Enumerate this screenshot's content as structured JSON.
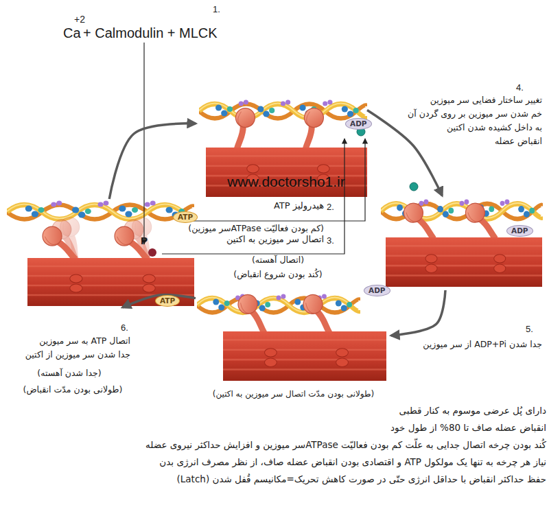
{
  "diagram": {
    "nodes": [
      {
        "text": [
          "ADP"
        ]
      },
      {
        "text": [
          "ATP",
          "P"
        ]
      },
      {
        "text": [
          "ADP"
        ]
      },
      {
        "text": [
          "(طولانی بودن مدّت اتصال سر میوزین به اکتین)"
        ]
      }
    ],
    "edges": [
      {
        "from": 1,
        "to": 0,
        "arrow": "to"
      },
      {
        "from": 0,
        "to": 2,
        "arrow": "to"
      },
      {
        "from": 2,
        "to": 3,
        "label": "ADP",
        "arrow": "to"
      },
      {
        "from": 3,
        "to": 1,
        "label": "ATP",
        "arrow": "to"
      }
    ],
    "labels": [
      "1.",
      "+2",
      "Ca",
      "+ Calmodulin + MLCK",
      "4.",
      "تغییر ساختار فضایی سر میوزین",
      "خم شدن سر میوزین بر روی گردن آن",
      "به داخل کشیده شدن اکتین",
      "انقباض عضله",
      "www.doctorsho1.ir",
      "2.",
      "هیدرولیز ATP",
      "(کم بودن فعالیّت ATPaseسر میوزین)",
      "3.",
      "اتصال سر میوزین به اکتین",
      "(اتصال آهسته)",
      "(کُند بودن شروع انقباض)",
      "5.",
      "جدا شدن ADP+Pi از سر میوزین",
      "6.",
      "اتصال ATP به سر میوزین",
      "جدا شدن سر میوزین از اکتین",
      "(جدا شدن آهسته)",
      "(طولانی بودن مدّت انقباض)",
      "دارای پُل عرضی موسوم به کنار قطبی",
      "انقباض عضله صاف تا 80% از طول خود",
      "کُند بودن چرخه اتصال جدایی به علّت کم بودن فعالیّت ATPaseسر میوزین و افزایش حداکثر نیروی عضله",
      "نیاز هر چرخه به تنها یک مولکول ATP و اقتصادی بودن انقباض عضله صاف، از نظر مصرف انرژی بدن",
      "حفظ حداکثر انقباض با حداقل انرژی حتّی در صورت کاهش تحریک=مکانیسم قُفل شدن (Latch)"
    ]
  }
}
